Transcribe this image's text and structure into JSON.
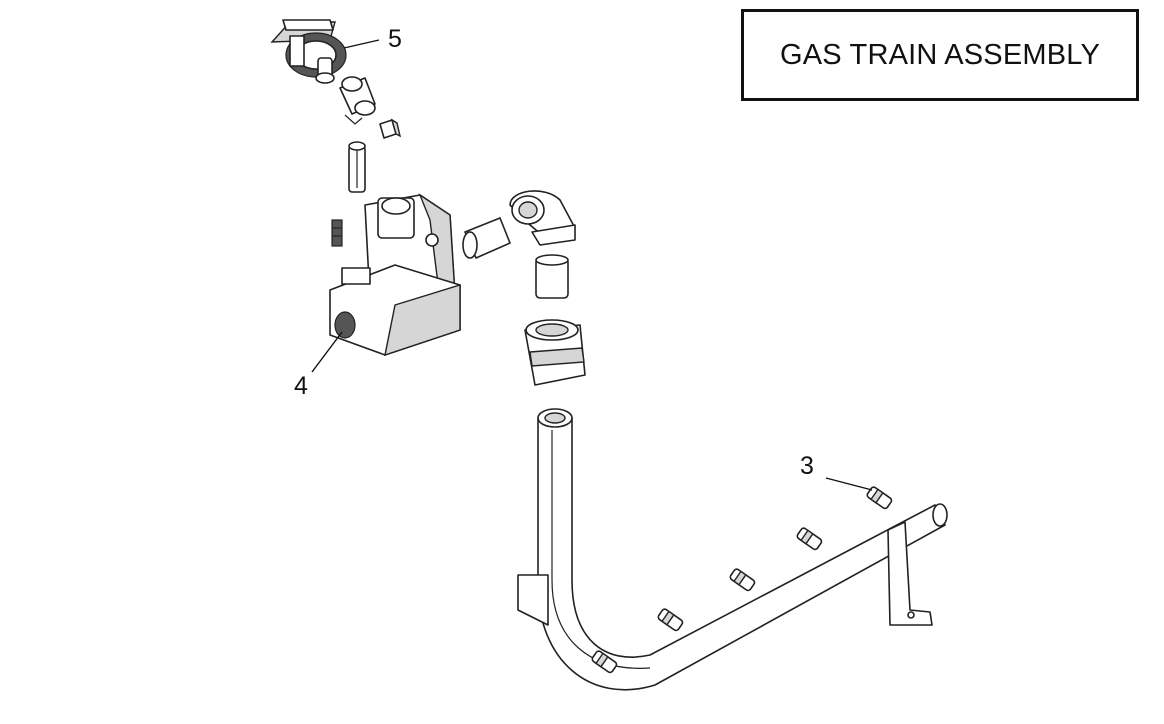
{
  "diagram": {
    "title": "GAS TRAIN ASSEMBLY",
    "callouts": [
      {
        "id": "5",
        "label": "5"
      },
      {
        "id": "4",
        "label": "4"
      },
      {
        "id": "3",
        "label": "3"
      }
    ]
  }
}
